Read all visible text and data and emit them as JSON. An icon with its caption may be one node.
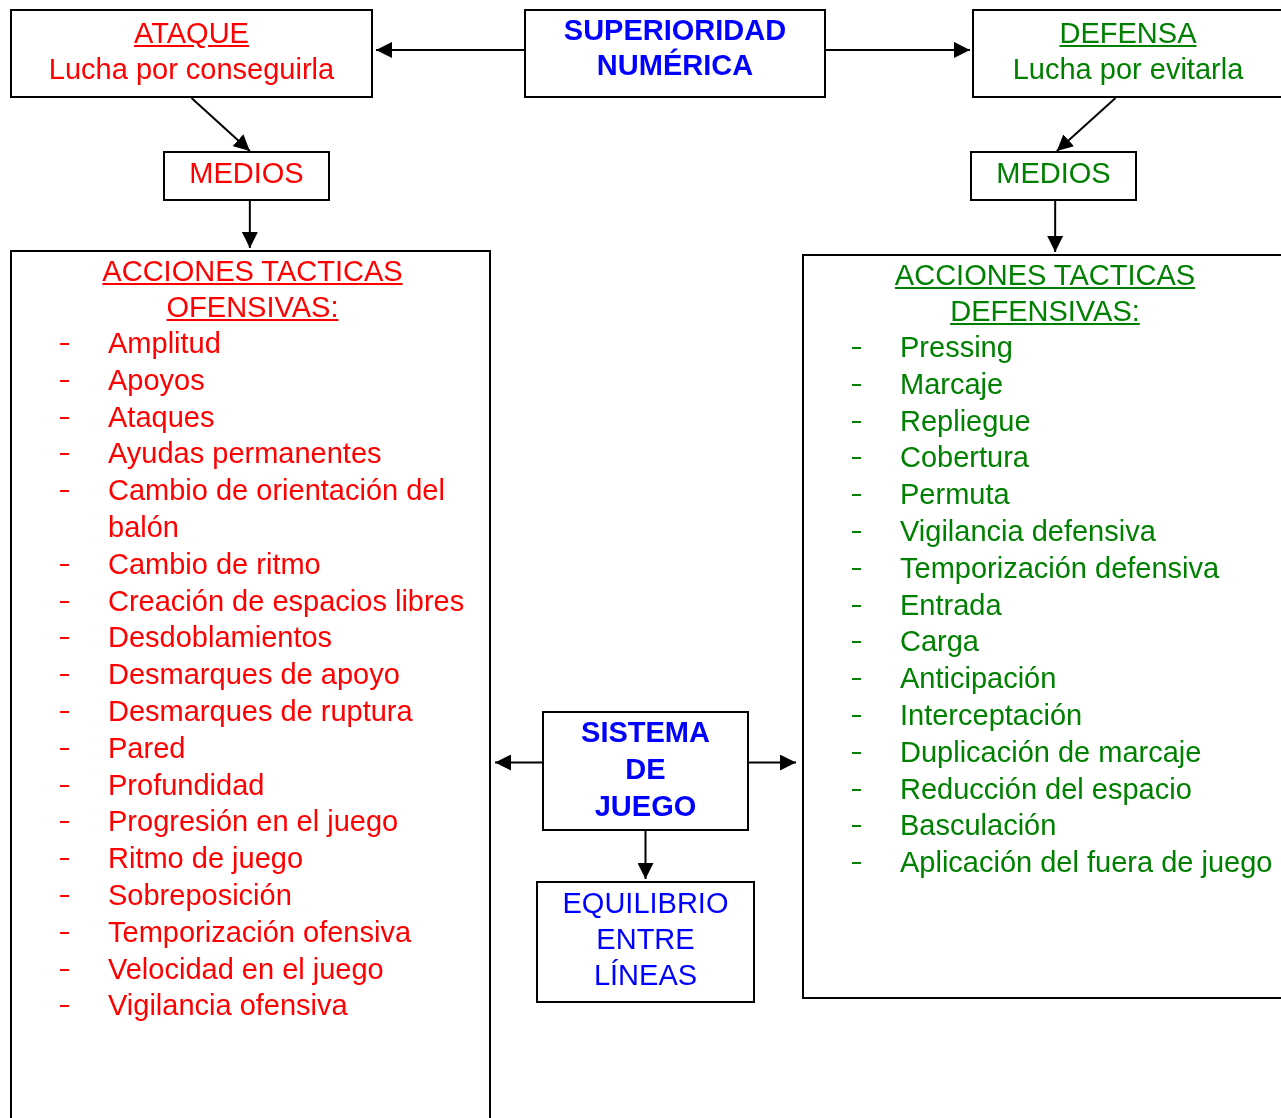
{
  "diagram": {
    "nodes": [
      {
        "text": [
          "ATAQUE",
          "Lucha por conseguirla"
        ]
      },
      {
        "text": [
          "SUPERIORIDAD NUMÉRICA"
        ]
      },
      {
        "text": [
          "DEFENSA",
          "Lucha por evitarla"
        ]
      },
      {
        "text": [
          "MEDIOS"
        ]
      },
      {
        "text": [
          "MEDIOS"
        ]
      },
      {
        "text": [
          "ACCIONES TACTICAS OFENSIVAS:",
          "Amplitud",
          "Apoyos",
          "Ataques",
          "Ayudas permanentes",
          "Cambio de orientación del balón",
          "Cambio de ritmo",
          "Creación de espacios libres",
          "Desdoblamientos",
          "Desmarques de apoyo",
          "Desmarques de ruptura",
          "Pared",
          "Profundidad",
          "Progresión en el juego",
          "Ritmo de juego",
          "Sobreposición",
          "Temporización ofensiva",
          "Velocidad en el juego",
          "Vigilancia ofensiva"
        ]
      },
      {
        "text": [
          "ACCIONES TACTICAS DEFENSIVAS:",
          "Pressing",
          "Marcaje",
          "Repliegue",
          "Cobertura",
          "Permuta",
          "Vigilancia defensiva",
          "Temporización defensiva",
          "Entrada",
          "Carga",
          "Anticipación",
          "Interceptación",
          "Duplicación de marcaje",
          "Reducción del espacio",
          "Basculación",
          "Aplicación del fuera de juego"
        ]
      },
      {
        "text": [
          "SISTEMA DE JUEGO"
        ]
      },
      {
        "text": [
          "EQUILIBRIO ENTRE LÍNEAS"
        ]
      }
    ],
    "edges": [
      {
        "from": 1,
        "to": 0,
        "arrow": "to"
      },
      {
        "from": 1,
        "to": 2,
        "arrow": "to"
      },
      {
        "from": 0,
        "to": 3,
        "arrow": "to"
      },
      {
        "from": 2,
        "to": 4,
        "arrow": "to"
      },
      {
        "from": 3,
        "to": 5,
        "arrow": "to"
      },
      {
        "from": 4,
        "to": 6,
        "arrow": "to"
      },
      {
        "from": 7,
        "to": 5,
        "arrow": "to"
      },
      {
        "from": 7,
        "to": 6,
        "arrow": "to"
      },
      {
        "from": 7,
        "to": 8,
        "arrow": "to"
      }
    ]
  }
}
